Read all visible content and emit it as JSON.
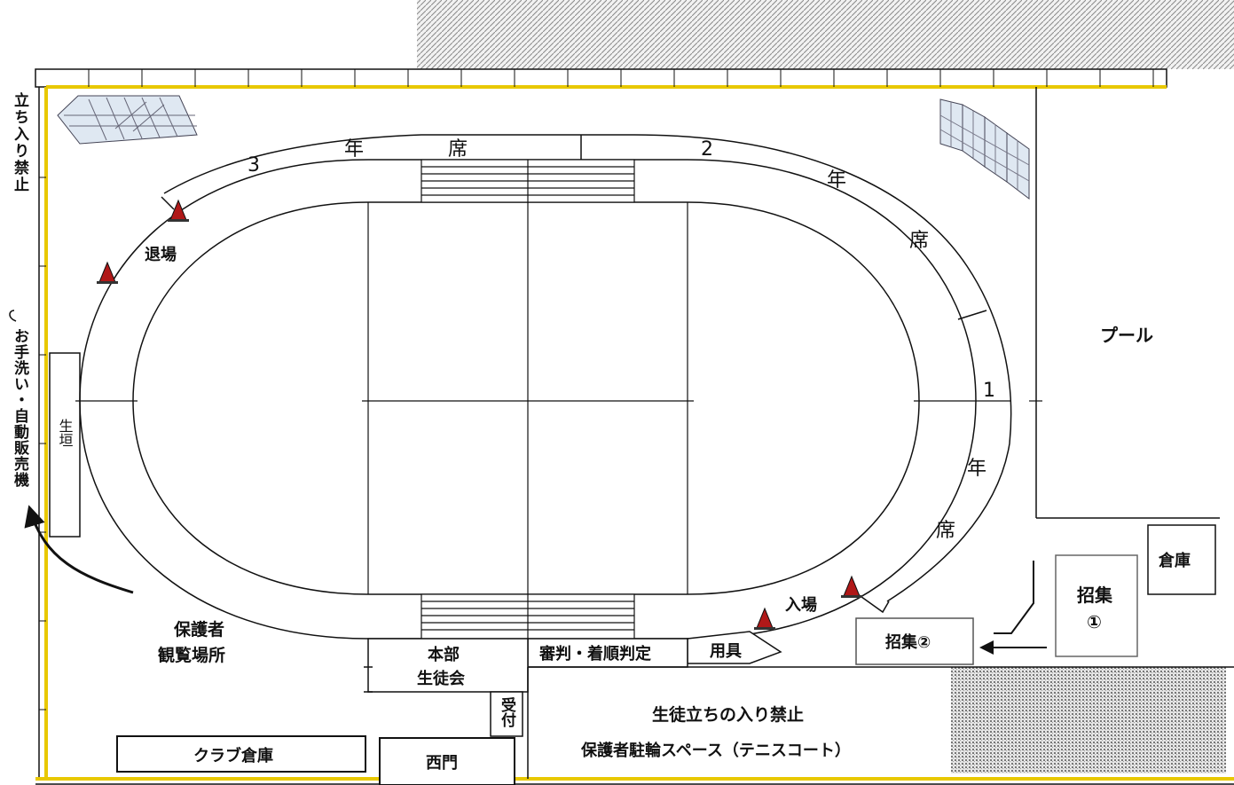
{
  "title_fragment": "",
  "labels": {
    "no_entry_side": "立ち入り禁止",
    "toilet_vending": "お手洗い・自動販売機",
    "hedge": "生垣",
    "seat3_num": "3",
    "seat3_nen": "年",
    "seat3_seki": "席",
    "seat2_num": "2",
    "seat2_nen": "年",
    "seat2_seki": "席",
    "seat1_num": "1",
    "seat1_nen": "年",
    "seat1_seki": "席",
    "exit": "退場",
    "entry": "入場",
    "pool": "プール",
    "storage": "倉庫",
    "muster1_a": "招集",
    "muster1_b": "①",
    "muster2": "招集②",
    "equipment": "用具",
    "judges": "審判・着順判定",
    "hq_a": "本部",
    "hq_b": "生徒会",
    "reception": "受付",
    "guardian_a": "保護者",
    "guardian_b": "観覧場所",
    "no_entry_students": "生徒立ちの入り禁止",
    "parking": "保護者駐輪スペース（テニスコート）",
    "club_storage": "クラブ倉庫",
    "west_gate": "西門"
  },
  "colors": {
    "cone": "#b01818",
    "fence_yellow": "#e8c800",
    "hatch": "#9a9a9a",
    "lines": "#111111"
  }
}
